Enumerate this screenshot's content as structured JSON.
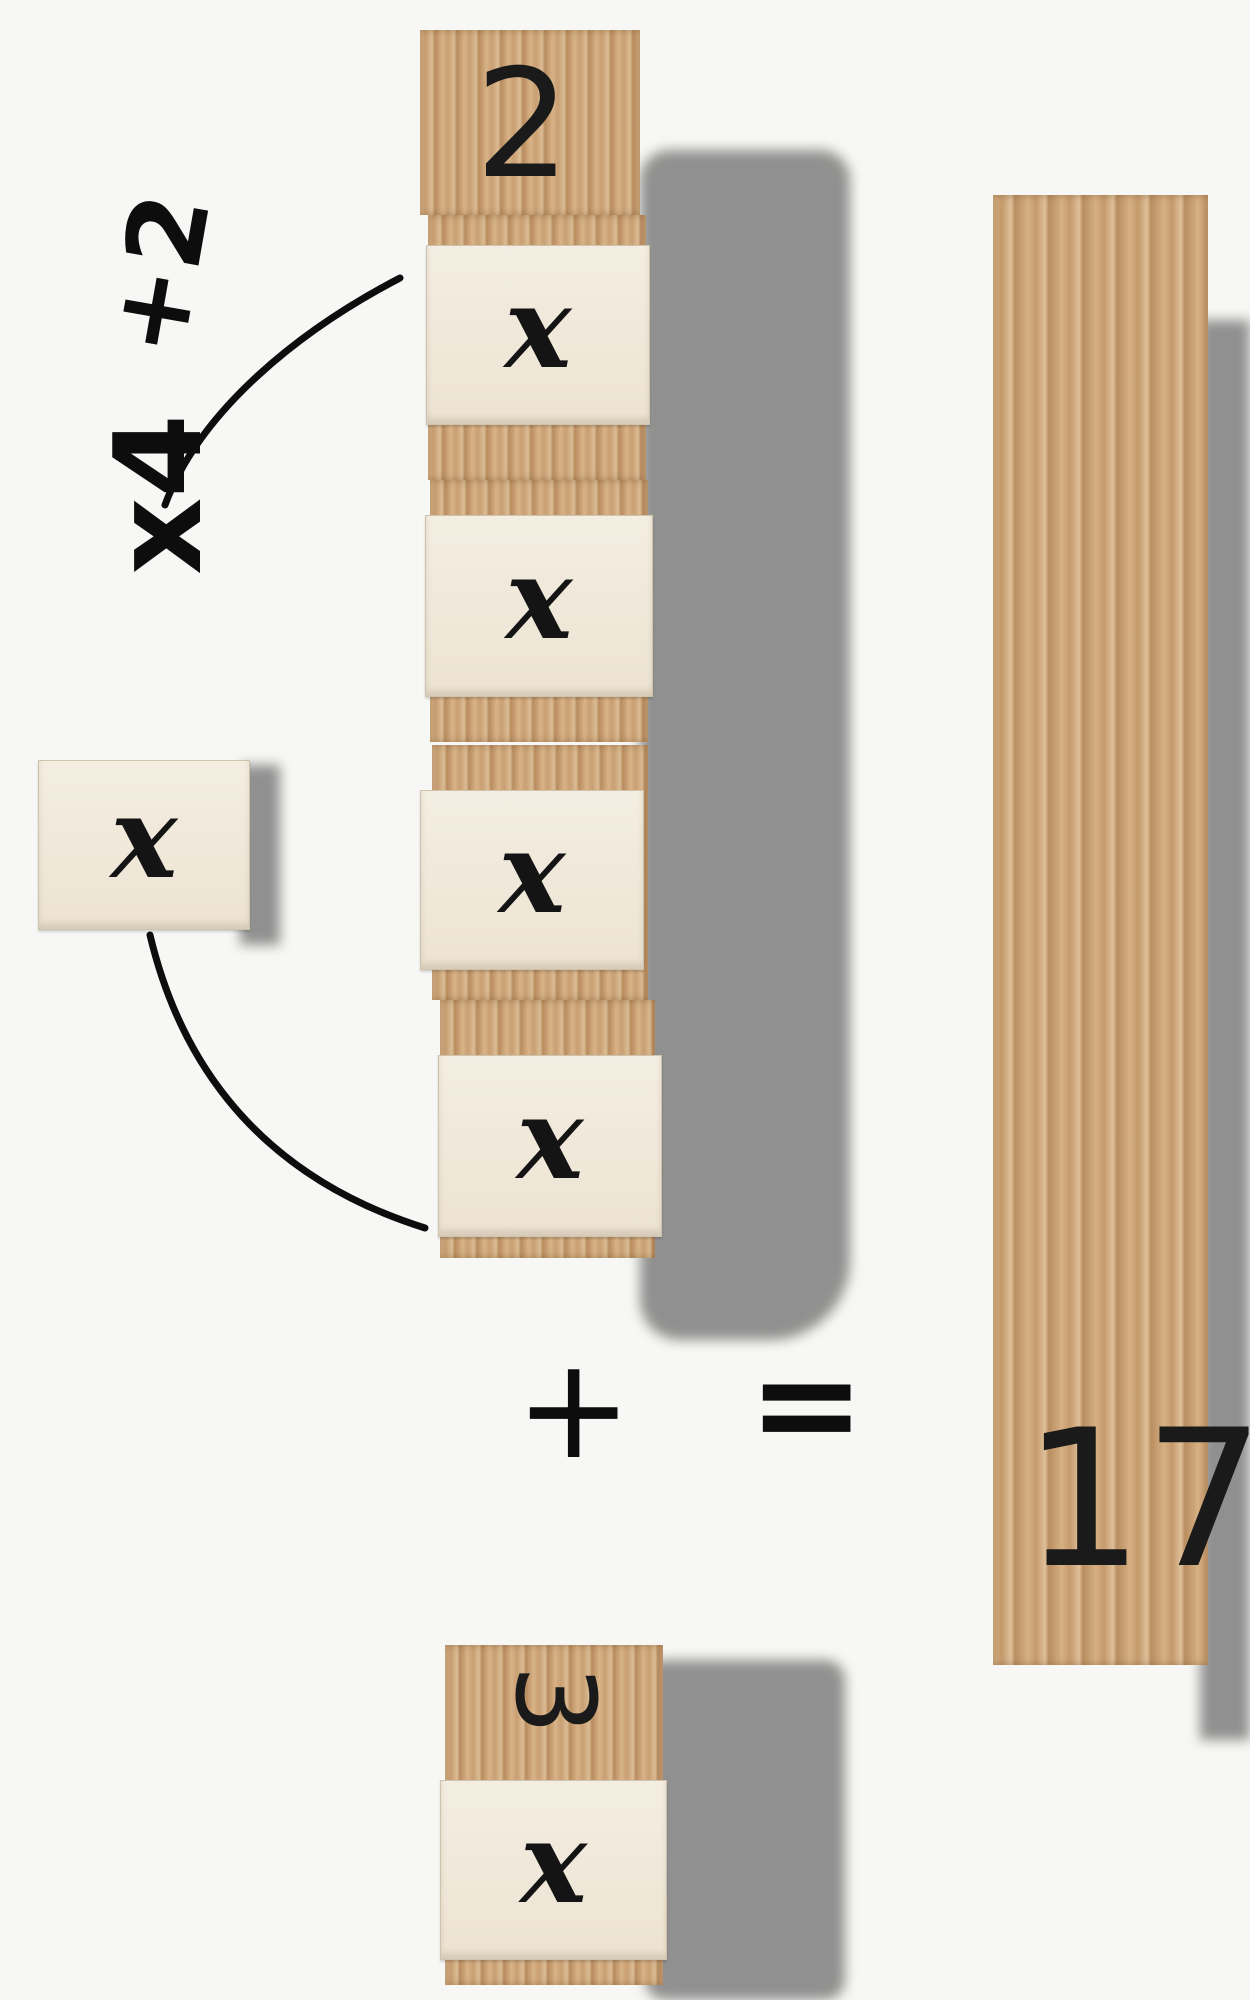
{
  "variable_tiles": {
    "stack": [
      "x",
      "x",
      "x",
      "x"
    ],
    "loose": "x",
    "bottom": "x"
  },
  "numbers": {
    "top_block": "2",
    "tall_bar": "17",
    "bottom_block": "3"
  },
  "handwritten": {
    "x4": "x4",
    "plus2": "+2",
    "plus": "+",
    "equals": "="
  },
  "colors": {
    "background": "#f7f7f5",
    "ink": "#0d0d0d",
    "wood": "#d2ad80",
    "label": "#f1eadc"
  }
}
